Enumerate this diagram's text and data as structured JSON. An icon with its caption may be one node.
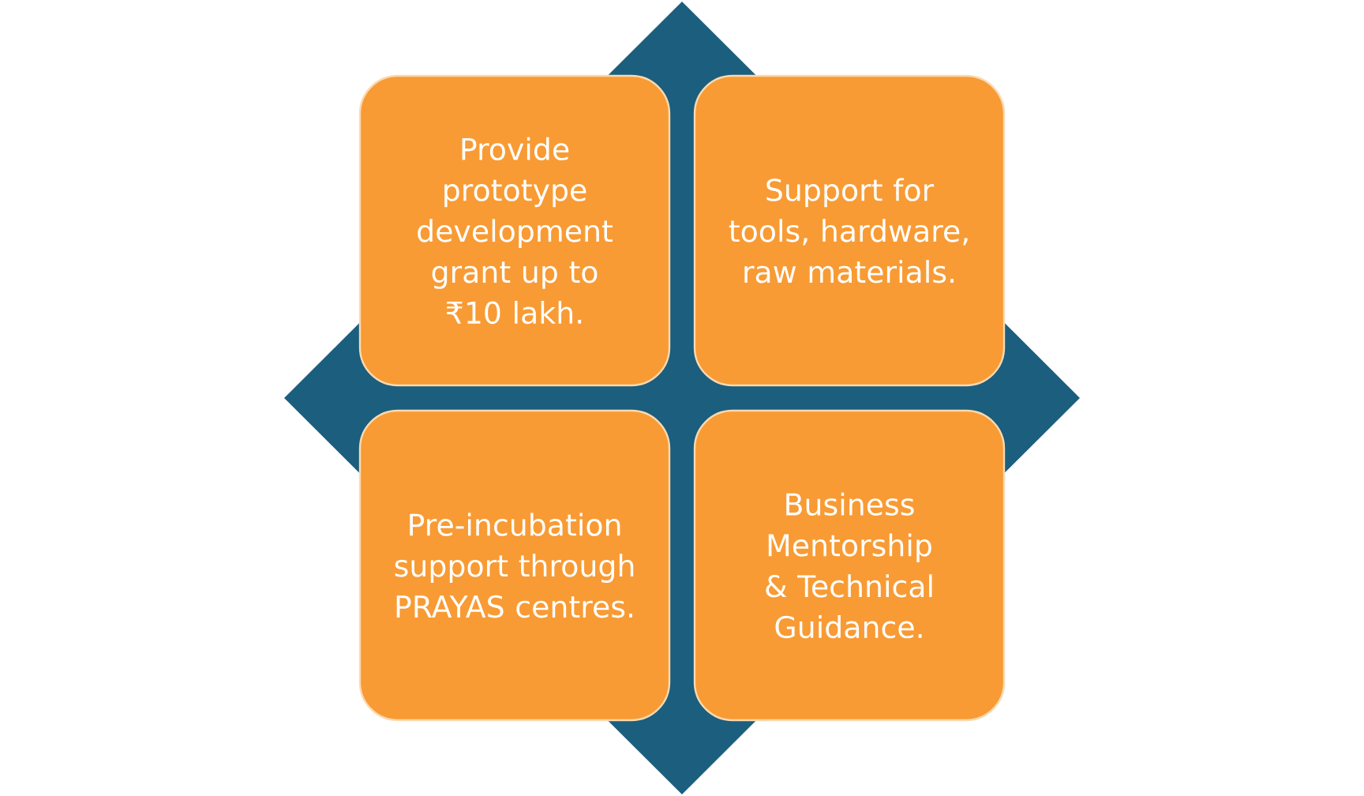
{
  "diagram": {
    "nodes": [
      {
        "text": [
          "Provide prototype development grant up to ₹10 lakh."
        ]
      },
      {
        "text": [
          "Support for tools, hardware, raw materials."
        ]
      },
      {
        "text": [
          "Pre-incubation support through PRAYAS centres."
        ]
      },
      {
        "text": [
          "Business Mentorship & Technical Guidance."
        ]
      }
    ]
  }
}
